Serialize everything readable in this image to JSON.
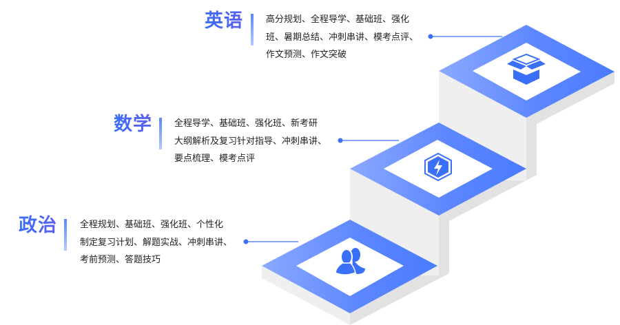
{
  "subjects": [
    {
      "name": "英语",
      "icon": "box-icon",
      "lines": [
        "高分规划、全程导学、基础班、强化",
        "班、暑期总结、冲刺串讲、模考点评、",
        "作文预测、作文突破"
      ]
    },
    {
      "name": "数学",
      "icon": "lightning-hexagon-icon",
      "lines": [
        "全程导学、基础班、强化班、新考研",
        "大纲解析及复习针对指导、冲刺串讲、",
        "要点梳理、模考点评"
      ]
    },
    {
      "name": "政治",
      "icon": "users-icon",
      "lines": [
        "全程规划、基础班、强化班、个性化",
        "制定复习计划、解题实战、冲刺串讲、",
        "考前预测、答题技巧"
      ]
    }
  ],
  "colors": {
    "accent": "#3d6ff6",
    "accent_light": "#8aa8ff",
    "side_light": "#efefef",
    "side_dark": "#e2e2e2"
  }
}
